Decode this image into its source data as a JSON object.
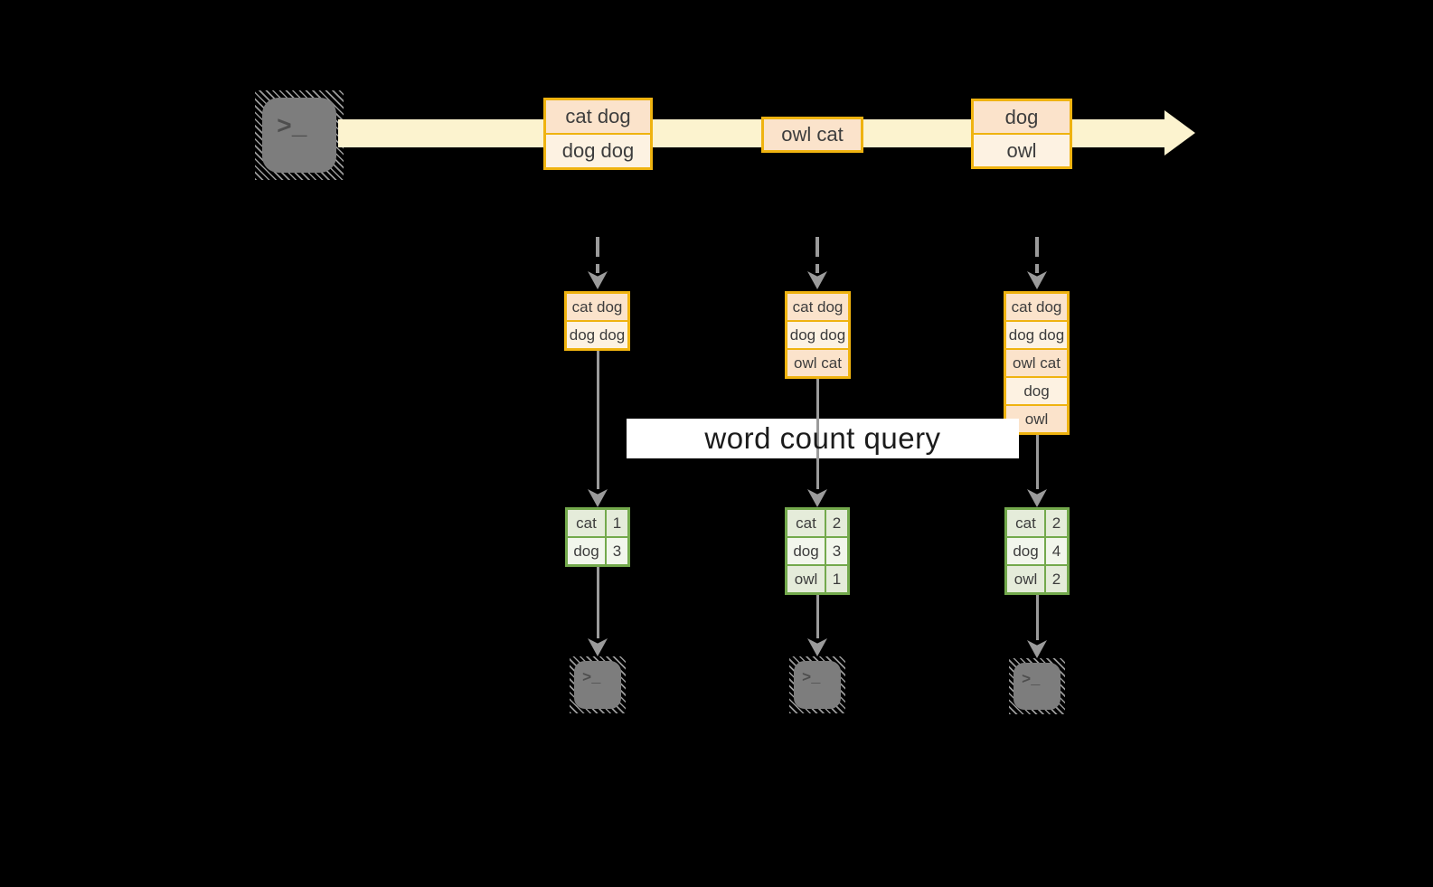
{
  "title": "word count query",
  "background": "#000000",
  "colors": {
    "stream_band": "#fcf3cf",
    "record_border": "#efb310",
    "record_fill_dark": "#fbe3cb",
    "record_fill_light": "#fdf2e2",
    "table_border": "#73a94c",
    "table_fill_dark": "#e5ecda",
    "table_fill_light": "#f2f6ec",
    "arrow_gray": "#9b9b9b",
    "terminal_gray": "#7d7d7d"
  },
  "icons": {
    "terminal_glyph": ">_"
  },
  "stream": {
    "batches": [
      {
        "lines": [
          "cat dog",
          "dog dog"
        ]
      },
      {
        "lines": [
          "owl cat"
        ]
      },
      {
        "lines": [
          "dog",
          "owl"
        ]
      }
    ]
  },
  "columns": [
    {
      "state": [
        "cat dog",
        "dog dog"
      ],
      "counts": [
        [
          "cat",
          "1"
        ],
        [
          "dog",
          "3"
        ]
      ]
    },
    {
      "state": [
        "cat dog",
        "dog dog",
        "owl cat"
      ],
      "counts": [
        [
          "cat",
          "2"
        ],
        [
          "dog",
          "3"
        ],
        [
          "owl",
          "1"
        ]
      ]
    },
    {
      "state": [
        "cat dog",
        "dog dog",
        "owl cat",
        "dog",
        "owl"
      ],
      "counts": [
        [
          "cat",
          "2"
        ],
        [
          "dog",
          "4"
        ],
        [
          "owl",
          "2"
        ]
      ]
    }
  ]
}
